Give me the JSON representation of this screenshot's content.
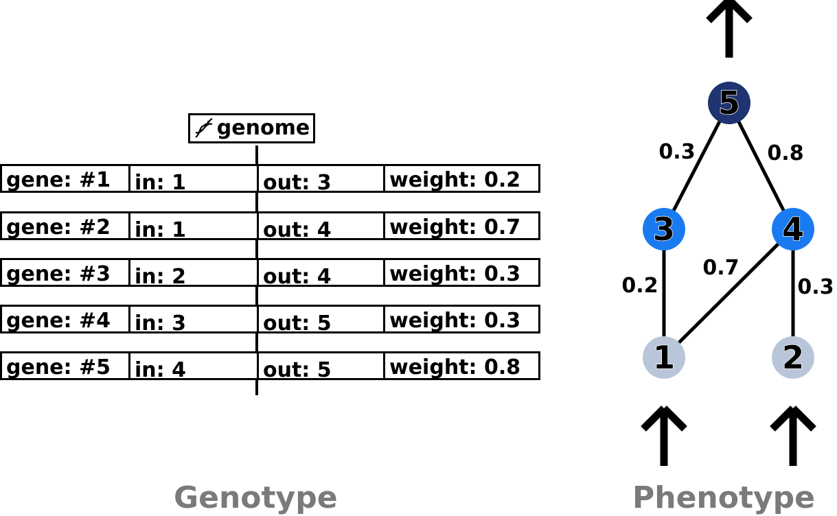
{
  "genome": {
    "label": "genome",
    "icon": "dna-icon"
  },
  "genes": [
    {
      "id": "gene: #1",
      "in": "in: 1",
      "out": "out: 3",
      "weight": "weight: 0.2"
    },
    {
      "id": "gene: #2",
      "in": "in: 1",
      "out": "out: 4",
      "weight": "weight: 0.7"
    },
    {
      "id": "gene: #3",
      "in": "in: 2",
      "out": "out: 4",
      "weight": "weight: 0.3"
    },
    {
      "id": "gene: #4",
      "in": "in: 3",
      "out": "out: 5",
      "weight": "weight: 0.3"
    },
    {
      "id": "gene: #5",
      "in": "in: 4",
      "out": "out: 5",
      "weight": "weight: 0.8"
    }
  ],
  "network": {
    "nodes": [
      {
        "id": "1",
        "label": "1",
        "role": "input",
        "color": "#b9c6d9"
      },
      {
        "id": "2",
        "label": "2",
        "role": "input",
        "color": "#b9c6d9"
      },
      {
        "id": "3",
        "label": "3",
        "role": "hidden",
        "color": "#1a7bf0"
      },
      {
        "id": "4",
        "label": "4",
        "role": "hidden",
        "color": "#1a7bf0"
      },
      {
        "id": "5",
        "label": "5",
        "role": "output",
        "color": "#1f3470"
      }
    ],
    "edges": [
      {
        "from": "1",
        "to": "3",
        "weight": "0.2"
      },
      {
        "from": "1",
        "to": "4",
        "weight": "0.7"
      },
      {
        "from": "2",
        "to": "4",
        "weight": "0.3"
      },
      {
        "from": "3",
        "to": "5",
        "weight": "0.3"
      },
      {
        "from": "4",
        "to": "5",
        "weight": "0.8"
      }
    ],
    "arrow_icon": "up-arrow-icon"
  },
  "titles": {
    "genotype": "Genotype",
    "phenotype": "Phenotype"
  },
  "colors": {
    "input_node": "#b9c6d9",
    "hidden_node": "#1a7bf0",
    "output_node": "#1f3470",
    "title_gray": "#7a7a7a"
  }
}
